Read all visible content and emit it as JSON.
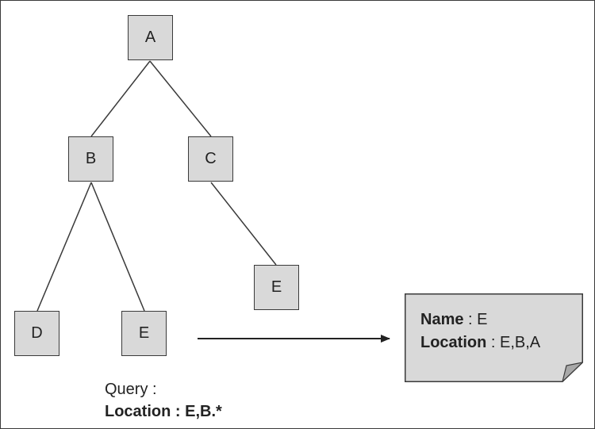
{
  "nodes": {
    "a": "A",
    "b": "B",
    "c": "C",
    "d": "D",
    "e1": "E",
    "e2": "E"
  },
  "query": {
    "heading": "Query :",
    "expression": "Location : E,B.*"
  },
  "result": {
    "name_key": "Name",
    "name_value": " : E",
    "location_key": "Location",
    "location_value": " : E,B,A"
  },
  "colors": {
    "node_fill": "#d9d9d9",
    "line": "#3a3a3a"
  }
}
